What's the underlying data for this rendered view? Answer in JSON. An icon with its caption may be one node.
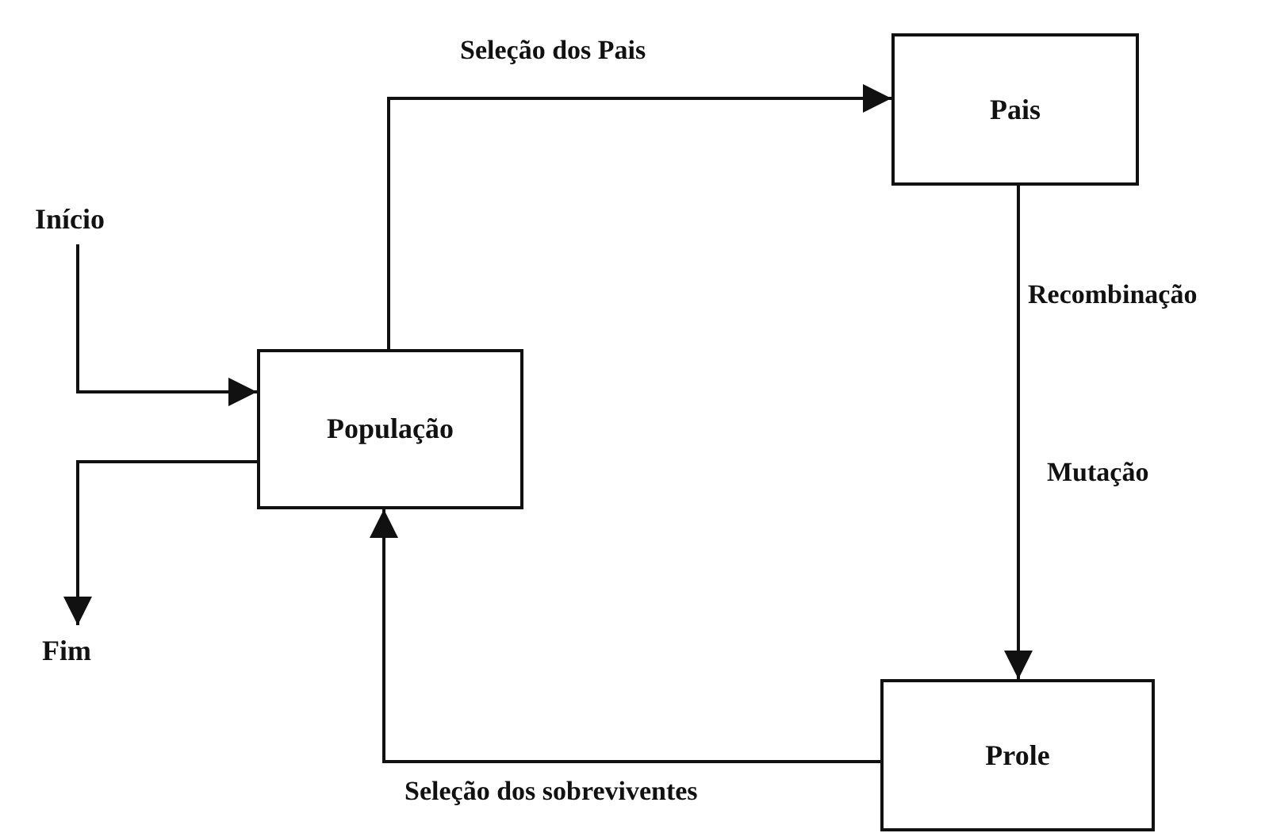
{
  "diagram": {
    "nodes": [
      {
        "text": [
          "Início"
        ]
      },
      {
        "text": [
          "População"
        ]
      },
      {
        "text": [
          "Pais"
        ]
      },
      {
        "text": [
          "Prole"
        ]
      },
      {
        "text": [
          "Fim"
        ]
      }
    ],
    "edges": [
      {
        "from": 0,
        "to": 1,
        "arrow": "to"
      },
      {
        "from": 1,
        "to": 4,
        "arrow": "to"
      },
      {
        "from": 1,
        "to": 2,
        "arrow": "to",
        "label": "Seleção dos Pais"
      },
      {
        "from": 2,
        "to": 3,
        "arrow": "to"
      },
      {
        "from": 3,
        "to": 1,
        "arrow": "to",
        "label": "Seleção dos sobreviventes"
      }
    ],
    "labels": [
      "Recombinação",
      "Mutação"
    ]
  }
}
